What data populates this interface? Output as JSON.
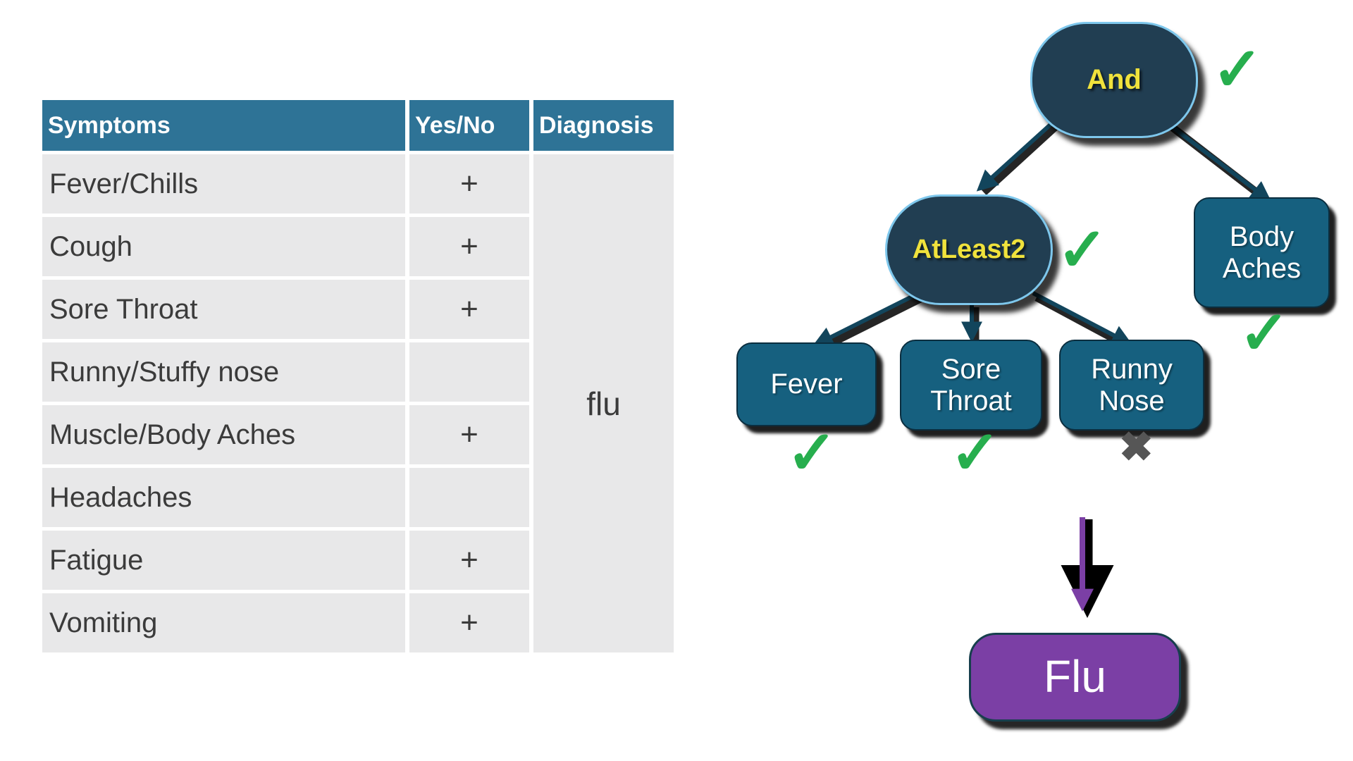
{
  "table": {
    "headers": {
      "symptoms": "Symptoms",
      "yesno": "Yes/No",
      "diagnosis": "Diagnosis"
    },
    "rows": [
      {
        "symptom": "Fever/Chills",
        "value": "+"
      },
      {
        "symptom": "Cough",
        "value": "+"
      },
      {
        "symptom": "Sore Throat",
        "value": "+"
      },
      {
        "symptom": "Runny/Stuffy nose",
        "value": ""
      },
      {
        "symptom": "Muscle/Body Aches",
        "value": "+"
      },
      {
        "symptom": "Headaches",
        "value": ""
      },
      {
        "symptom": "Fatigue",
        "value": "+"
      },
      {
        "symptom": "Vomiting",
        "value": "+"
      }
    ],
    "diagnosis_value": "flu"
  },
  "tree": {
    "nodes": {
      "and": {
        "label": "And",
        "type": "operator",
        "status": "check"
      },
      "atleast2": {
        "label": "AtLeast2",
        "type": "operator",
        "status": "check"
      },
      "bodyaches": {
        "label": "Body Aches",
        "type": "symptom",
        "status": "check"
      },
      "fever": {
        "label": "Fever",
        "type": "symptom",
        "status": "check"
      },
      "sorethroat": {
        "label": "Sore Throat",
        "type": "symptom",
        "status": "check"
      },
      "runnynose": {
        "label": "Runny Nose",
        "type": "symptom",
        "status": "cross"
      }
    },
    "edges": [
      {
        "from": "and",
        "to": "atleast2"
      },
      {
        "from": "and",
        "to": "bodyaches"
      },
      {
        "from": "atleast2",
        "to": "fever"
      },
      {
        "from": "atleast2",
        "to": "sorethroat"
      },
      {
        "from": "atleast2",
        "to": "runnynose"
      }
    ],
    "result": {
      "label": "Flu"
    }
  },
  "icons": {
    "check": "✓",
    "cross": "✖"
  },
  "colors": {
    "header_teal": "#2E7396",
    "row_gray": "#E8E8E9",
    "operator_fill": "#213E52",
    "operator_border": "#7EC7EC",
    "operator_text": "#F0E23C",
    "symptom_fill": "#16607F",
    "result_purple": "#7B3FA5",
    "edge_teal": "#12455C",
    "check_green": "#27AE4E",
    "cross_gray": "#565656"
  }
}
